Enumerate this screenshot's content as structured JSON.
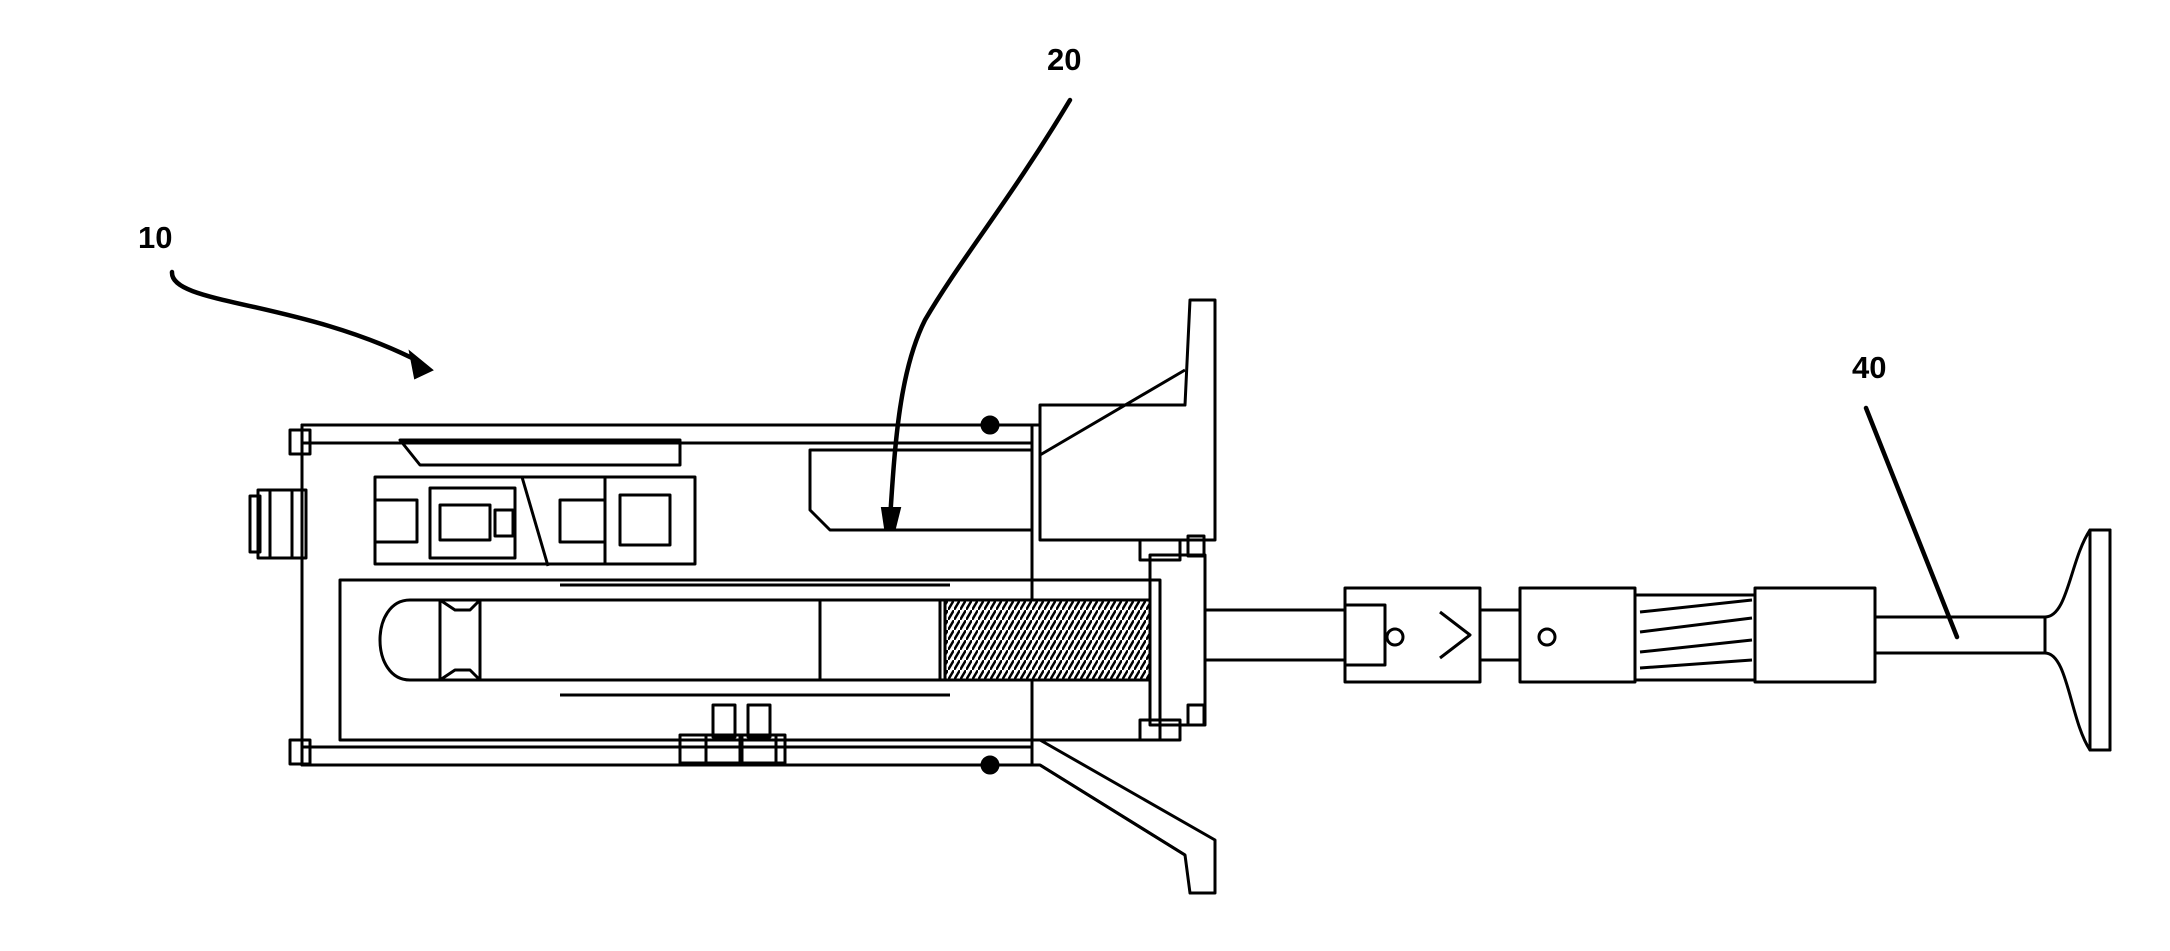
{
  "figure": {
    "reference_numerals": {
      "assembly": "10",
      "inner_component": "20",
      "tool": "40"
    }
  },
  "colors": {
    "line": "#000000",
    "background": "#ffffff",
    "hatch": "#1a1a1a"
  }
}
